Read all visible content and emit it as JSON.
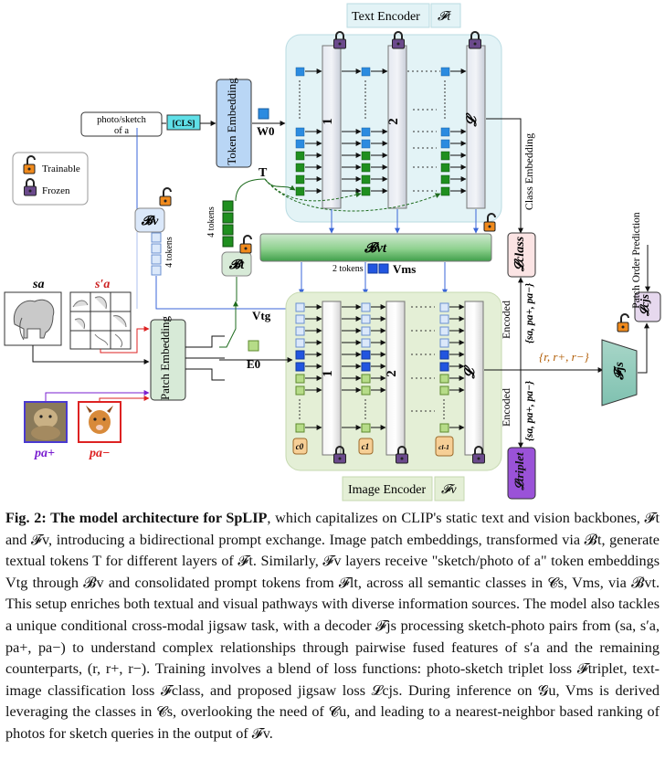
{
  "figure": {
    "text_encoder_label": "Text Encoder",
    "text_encoder_symbol": "𝓕t",
    "image_encoder_label": "Image Encoder",
    "image_encoder_symbol": "𝓕v",
    "token_embedding_label": "Token Embedding",
    "patch_embedding_label": "Patch Embedding",
    "prompt_text_line1": "photo/sketch",
    "prompt_text_line2": "of a",
    "cls_token": "[CLS]",
    "legend": {
      "trainable": "Trainable",
      "frozen": "Frozen"
    },
    "w0": "W0",
    "e0": "E0",
    "T": "T",
    "vtg": "Vtg",
    "vms": "Vms",
    "bv": "𝓑v",
    "bt": "𝓑t",
    "bvt": "𝓑vt",
    "four_tokens_a": "4 tokens",
    "four_tokens_b": "4 tokens",
    "two_tokens": "2 tokens",
    "layer_1": "1",
    "layer_2": "2",
    "layer_L": "𝓛",
    "img_layer_1": "1",
    "img_layer_2": "2",
    "img_layer_L": "𝓛",
    "c0": "c0",
    "c1": "c1",
    "cl1": "cl-1",
    "class_embedding": "Class Embedding",
    "patch_order_prediction": "Patch Order Prediction",
    "l_class": "𝓛class",
    "l_cjs": "𝓛cjs",
    "l_triplet": "𝓛triplet",
    "f_js": "𝓕js",
    "encoded_1": "Encoded",
    "encoded_2": "Encoded",
    "set_upper": "{sa, pa+, pa−}",
    "set_lower": "{sa, pa+, pa−}",
    "r_set": "{r, r+, r−}",
    "sa": "sa",
    "sa_prime": "s′a",
    "pa_plus": "pa+",
    "pa_minus": "pa−"
  },
  "caption": {
    "label": "Fig. 2: The model architecture for SpLIP",
    "text": ", which capitalizes on CLIP's static text and vision backbones, 𝓕t and 𝓕v, introducing a bidirectional prompt exchange. Image patch embeddings, transformed via 𝓑t, generate textual tokens T for different layers of 𝓕t. Similarly, 𝓕v layers receive \"sketch/photo of a\" token embeddings Vtg through 𝓑v and consolidated prompt tokens from 𝓕lt, across all semantic classes in 𝓒s, Vms, via 𝓑vt. This setup enriches both textual and visual pathways with diverse information sources. The model also tackles a unique conditional cross-modal jigsaw task, with a decoder 𝓕js processing sketch-photo pairs from (sa, s′a, pa+, pa−) to understand complex relationships through pairwise fused features of s′a and the remaining counterparts, (r, r+, r−). Training involves a blend of loss functions: photo-sketch triplet loss 𝓕triplet, text-image classification loss 𝓕class, and proposed jigsaw loss 𝓛cjs. During inference on 𝓖u, Vms is derived leveraging the classes in 𝓒s, overlooking the need of 𝓒u, and leading to a nearest-neighbor based ranking of photos for sketch queries in the output of 𝓕v."
  }
}
